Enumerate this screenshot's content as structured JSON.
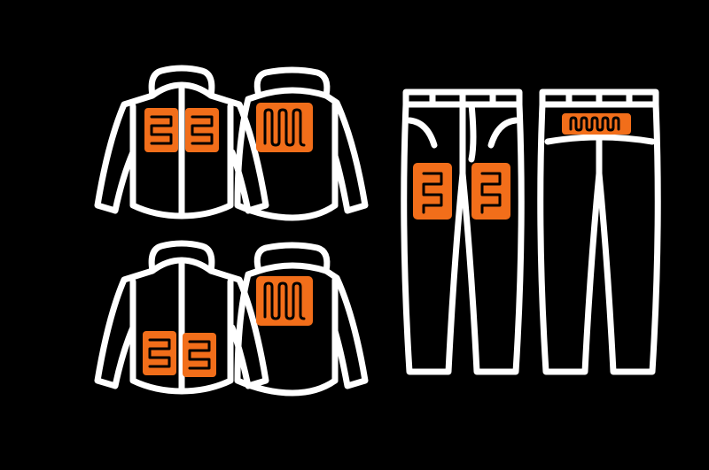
{
  "colors": {
    "background": "#000000",
    "outline": "#ffffff",
    "heating_pad": "#f26e1a",
    "heating_coil": "#000000"
  },
  "garments": [
    {
      "name": "jacket-1-front",
      "type": "jacket-front",
      "heating_zones": [
        "chest-left",
        "chest-right"
      ]
    },
    {
      "name": "jacket-1-back",
      "type": "jacket-back",
      "heating_zones": [
        "upper-back"
      ]
    },
    {
      "name": "jacket-2-front",
      "type": "jacket-front",
      "heating_zones": [
        "abdomen-left",
        "abdomen-right"
      ]
    },
    {
      "name": "jacket-2-back",
      "type": "jacket-back",
      "heating_zones": [
        "upper-back"
      ]
    },
    {
      "name": "pants-front",
      "type": "pants-front",
      "heating_zones": [
        "thigh-left",
        "thigh-right"
      ]
    },
    {
      "name": "pants-back",
      "type": "pants-back",
      "heating_zones": [
        "waist-back"
      ]
    }
  ]
}
